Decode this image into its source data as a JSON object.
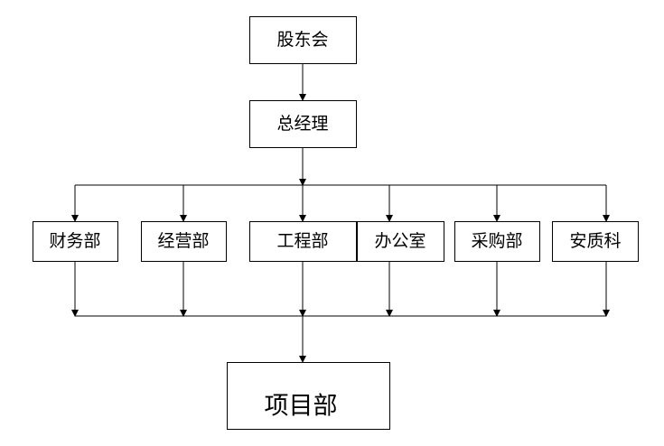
{
  "org_chart": {
    "top": "股东会",
    "manager": "总经理",
    "departments": [
      "财务部",
      "经营部",
      "工程部",
      "办公室",
      "采购部",
      "安质科"
    ],
    "bottom": "项目部"
  }
}
